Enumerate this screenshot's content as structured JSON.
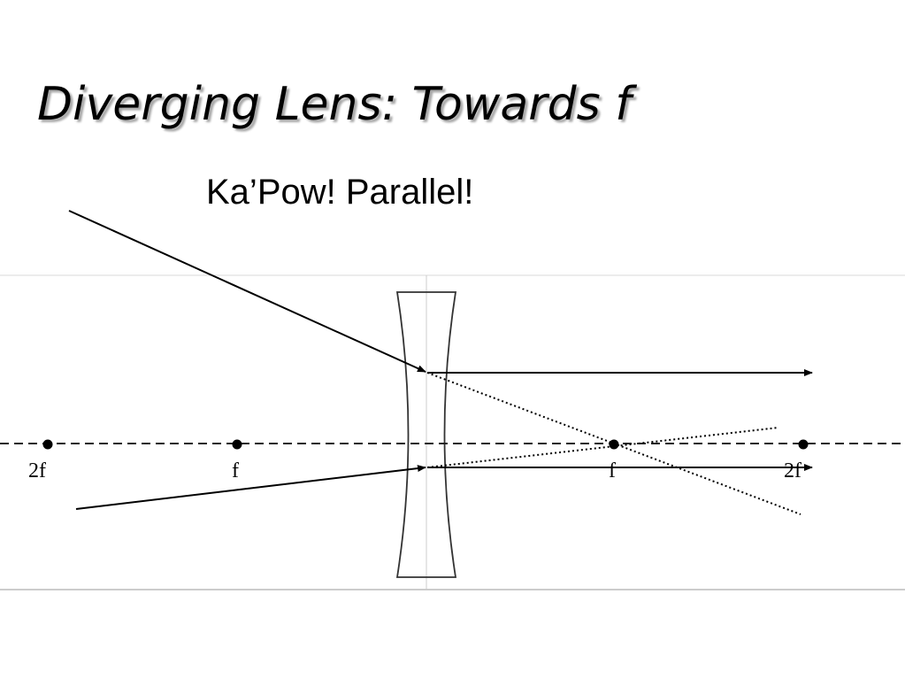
{
  "slide": {
    "title": "Diverging Lens: Towards f",
    "subtitle": "Ka’Pow! Parallel!"
  },
  "diagram": {
    "axis_points": [
      {
        "id": "2f-left",
        "label": "2f"
      },
      {
        "id": "f-left",
        "label": "f"
      },
      {
        "id": "f-right",
        "label": "f"
      },
      {
        "id": "2f-right",
        "label": "2f"
      }
    ],
    "colors": {
      "ray": "#000000",
      "lens_outline": "#333333",
      "frame": "#bbbbbb"
    }
  }
}
